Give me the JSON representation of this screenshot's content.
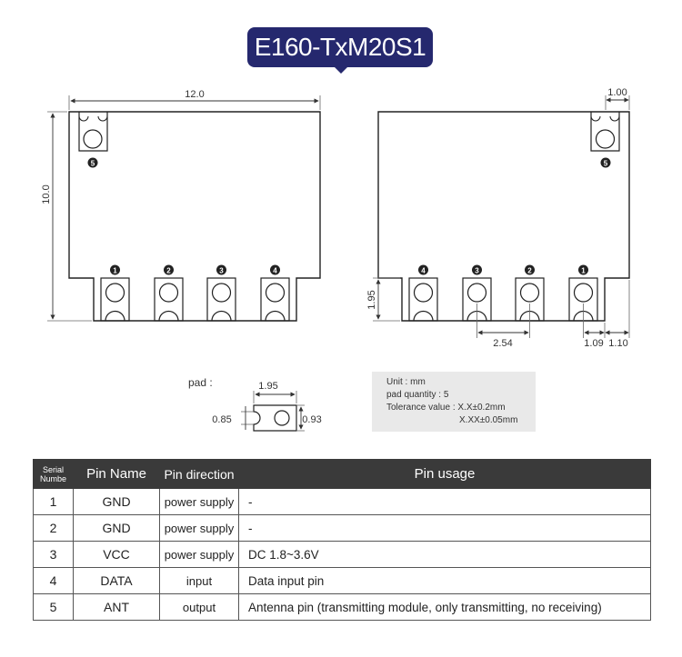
{
  "title": "E160-TxM20S1",
  "left_view": {
    "width_dim": "12.0",
    "height_dim": "10.0",
    "pins": [
      "1",
      "2",
      "3",
      "4"
    ],
    "ant_pin": "5"
  },
  "right_view": {
    "ant_offset_dim": "1.00",
    "pad_height_dim": "1.95",
    "pitch_dim": "2.54",
    "edge_dim_a": "1.09",
    "edge_dim_b": "1.10",
    "pins": [
      "4",
      "3",
      "2",
      "1"
    ],
    "ant_pin": "5"
  },
  "pad": {
    "label": "pad :",
    "width_dim": "1.95",
    "left_dim": "0.85",
    "right_dim": "0.93"
  },
  "info": {
    "unit": "Unit : mm",
    "quantity": "pad quantity : 5",
    "tolerance_1": "Tolerance value : X.X±0.2mm",
    "tolerance_2": "X.XX±0.05mm"
  },
  "table": {
    "headers": [
      "Serial Numbe",
      "Pin Name",
      "Pin direction",
      "Pin usage"
    ],
    "rows": [
      {
        "serial": "1",
        "name": "GND",
        "direction": "power supply",
        "usage": "-"
      },
      {
        "serial": "2",
        "name": "GND",
        "direction": "power supply",
        "usage": "-"
      },
      {
        "serial": "3",
        "name": "VCC",
        "direction": "power supply",
        "usage": "DC 1.8~3.6V"
      },
      {
        "serial": "4",
        "name": "DATA",
        "direction": "input",
        "usage": "Data input pin"
      },
      {
        "serial": "5",
        "name": "ANT",
        "direction": "output",
        "usage": "Antenna pin (transmitting module, only transmitting, no receiving)"
      }
    ]
  },
  "colors": {
    "title_bg": "#25286e",
    "table_header_bg": "#3a3a3a",
    "info_bg": "#e9e9e9"
  }
}
